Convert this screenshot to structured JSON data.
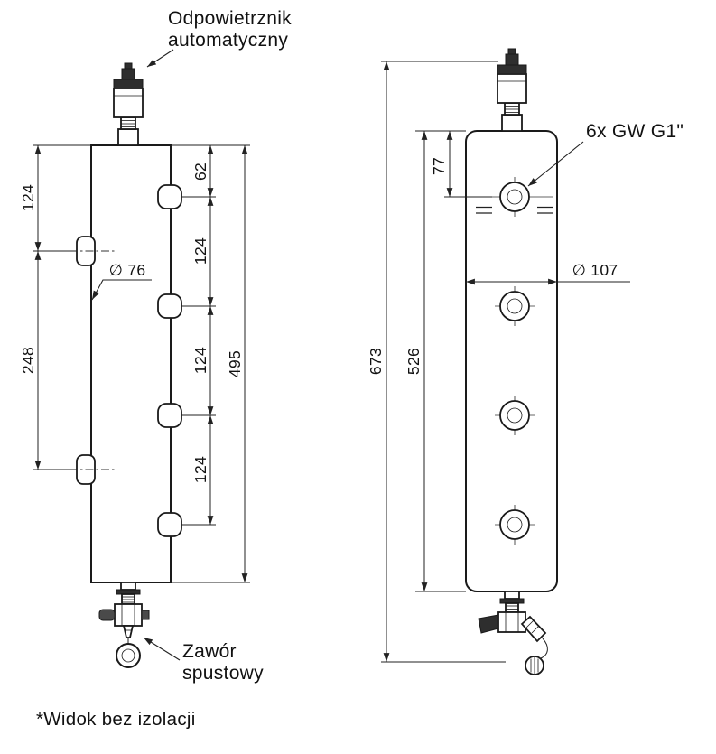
{
  "callouts": {
    "air_vent_line1": "Odpowietrznik",
    "air_vent_line2": "automatyczny",
    "ports": "6x GW G1\"",
    "drain_line1": "Zawór",
    "drain_line2": "spustowy",
    "footnote": "*Widok bez izolacji"
  },
  "dims": {
    "left_view": {
      "upper_left": "124",
      "lower_left": "248",
      "top_right": "62",
      "right_1": "124",
      "right_2": "124",
      "right_3": "124",
      "overall": "495",
      "diameter": "∅ 76"
    },
    "right_view": {
      "overall": "673",
      "body": "526",
      "top_port": "77",
      "diameter": "∅ 107"
    }
  },
  "colors": {
    "line": "#1a1a1a",
    "dimension": "#222222",
    "dark_fill": "#2e2e2e",
    "background": "#ffffff"
  }
}
